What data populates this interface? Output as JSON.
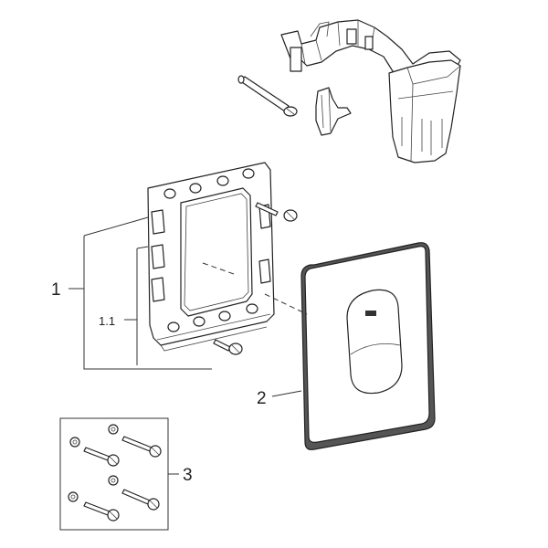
{
  "callouts": {
    "frame_set": "1",
    "frame_screws": "1.1",
    "cover_plate": "2",
    "screw_kit": "3"
  },
  "colors": {
    "line": "#222222",
    "plate_shadow": "#555555",
    "background": "#ffffff"
  },
  "icons": {
    "brand_mark": "brand-logo-icon"
  }
}
